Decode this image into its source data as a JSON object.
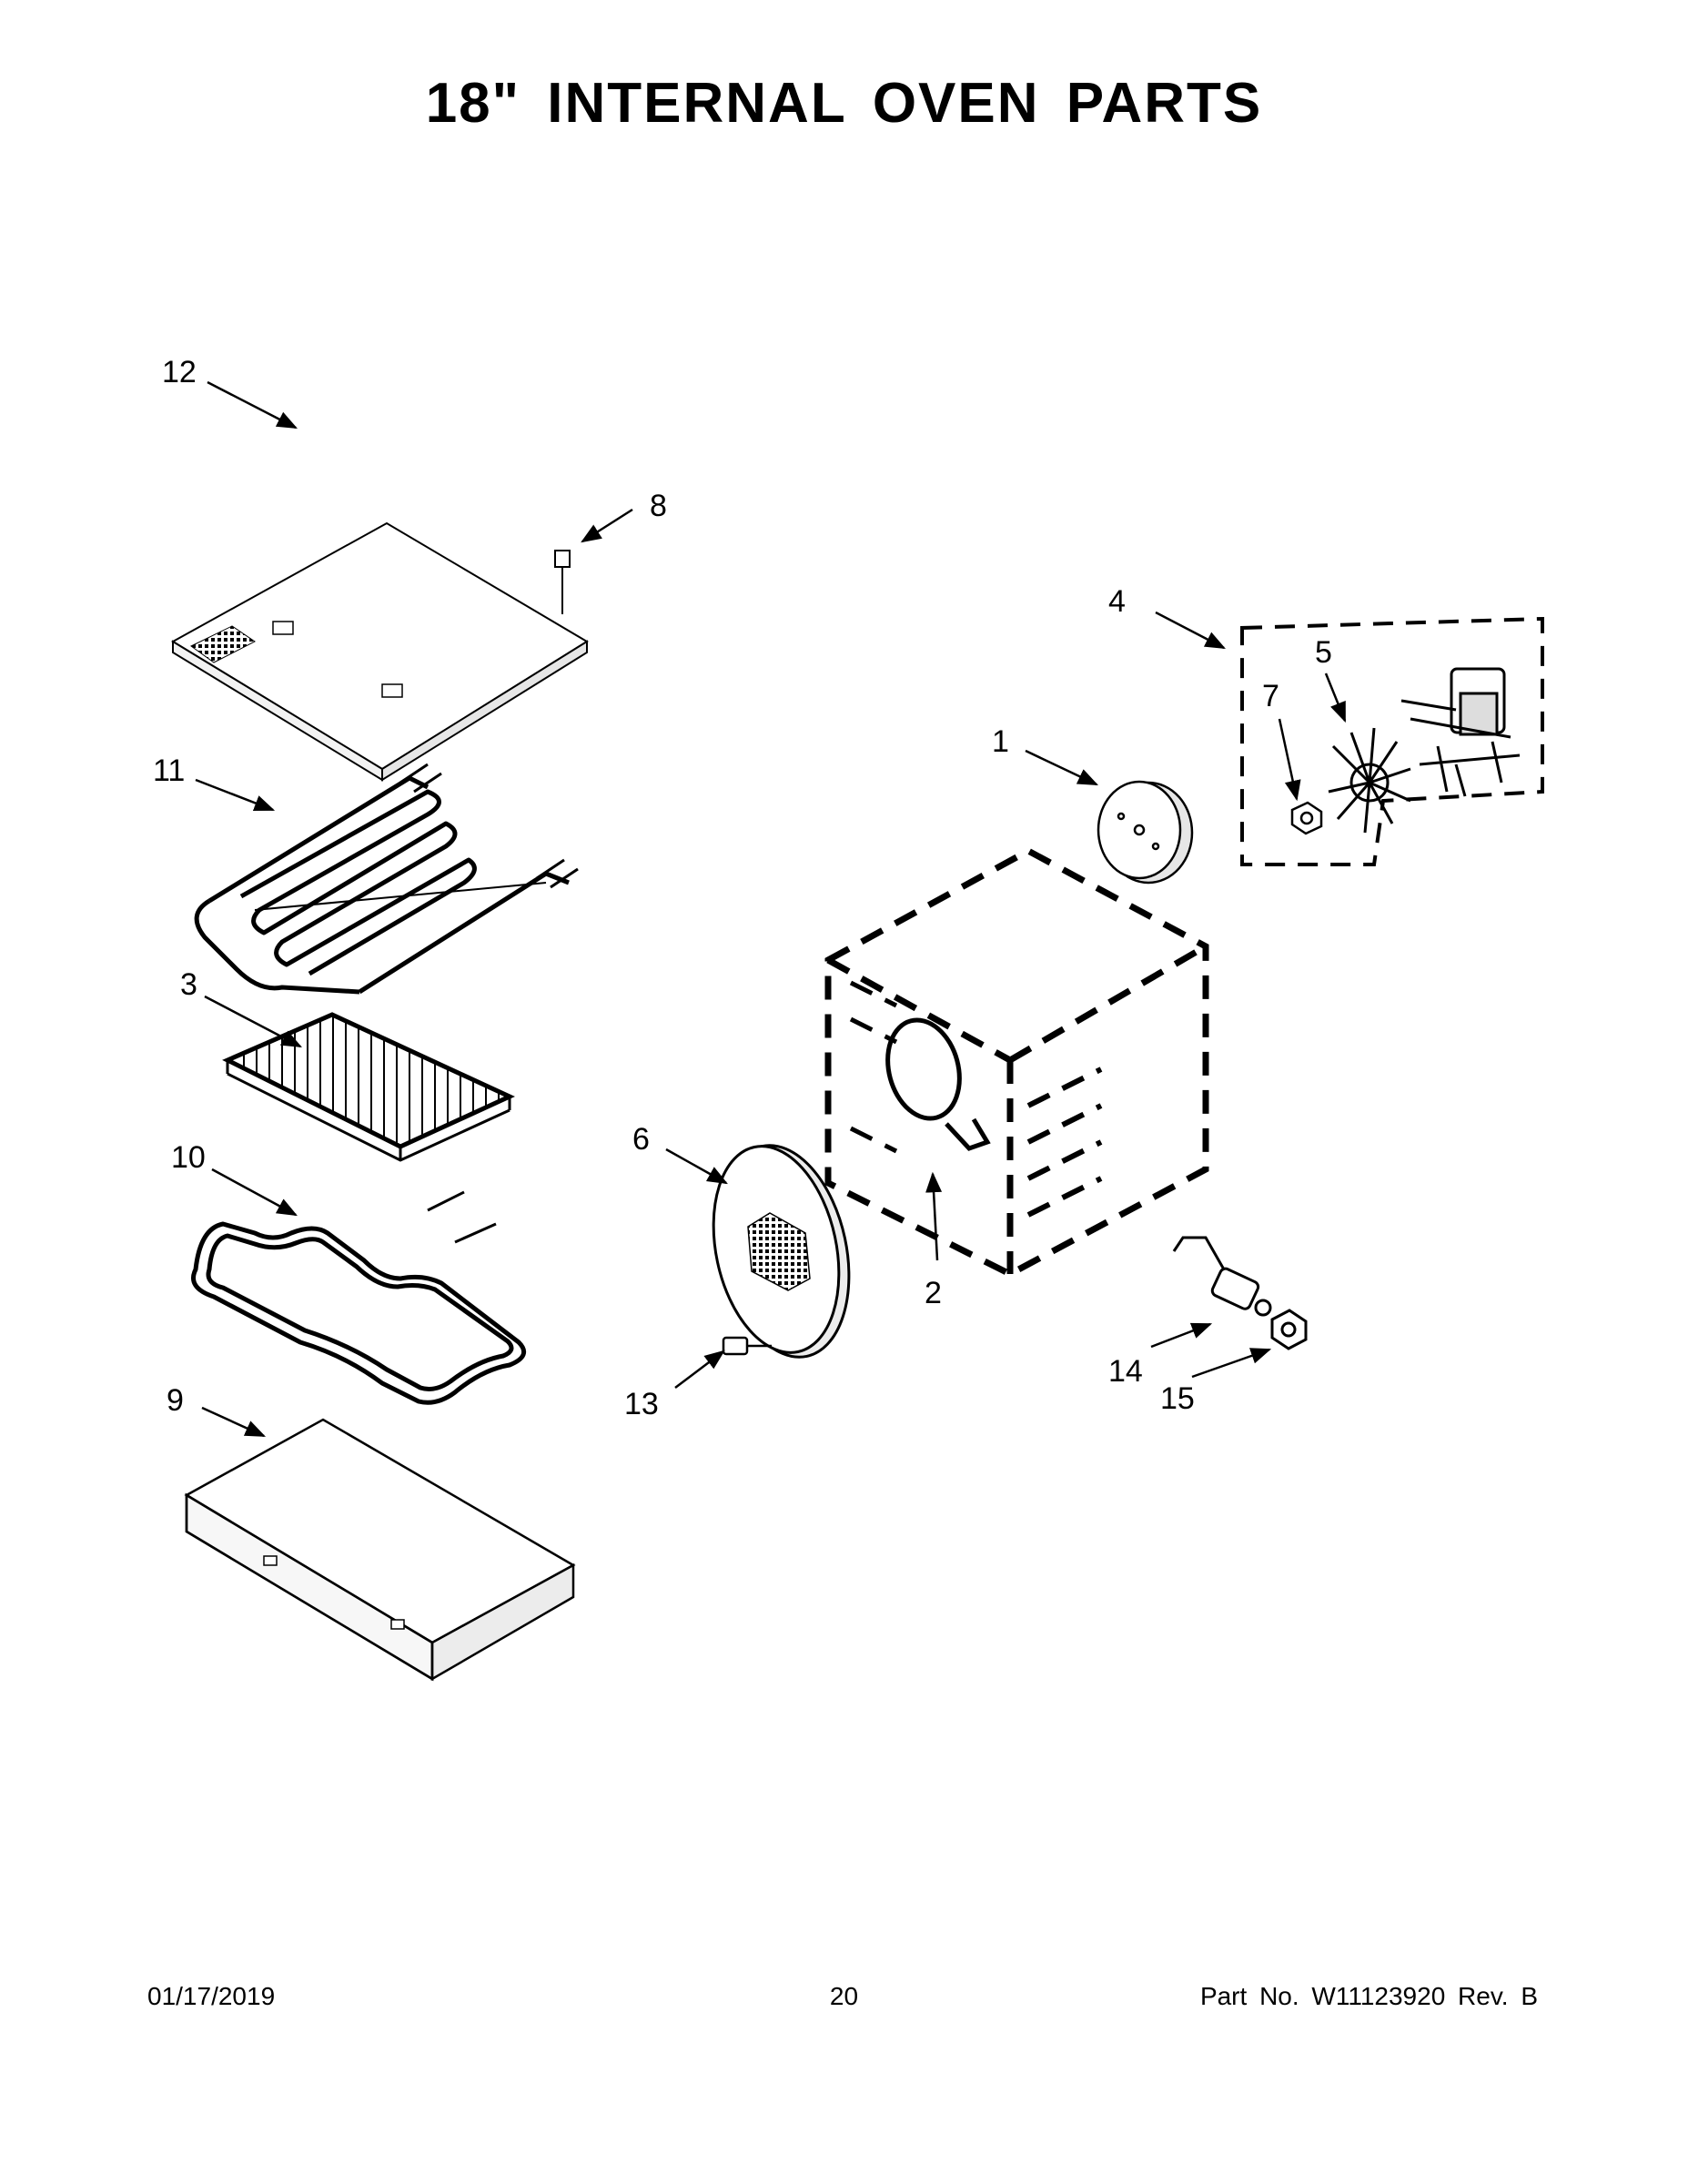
{
  "page": {
    "title": "18\" INTERNAL OVEN PARTS",
    "footer": {
      "date": "01/17/2019",
      "page_number": "20",
      "part_number": "Part No.  W11123920  Rev.  B"
    }
  },
  "callouts": [
    {
      "id": "c1",
      "label": "1"
    },
    {
      "id": "c2",
      "label": "2"
    },
    {
      "id": "c3",
      "label": "3"
    },
    {
      "id": "c4",
      "label": "4"
    },
    {
      "id": "c5",
      "label": "5"
    },
    {
      "id": "c6",
      "label": "6"
    },
    {
      "id": "c7",
      "label": "7"
    },
    {
      "id": "c8",
      "label": "8"
    },
    {
      "id": "c9",
      "label": "9"
    },
    {
      "id": "c10",
      "label": "10"
    },
    {
      "id": "c11",
      "label": "11"
    },
    {
      "id": "c12",
      "label": "12"
    },
    {
      "id": "c13",
      "label": "13"
    },
    {
      "id": "c14",
      "label": "14"
    },
    {
      "id": "c15",
      "label": "15"
    }
  ]
}
